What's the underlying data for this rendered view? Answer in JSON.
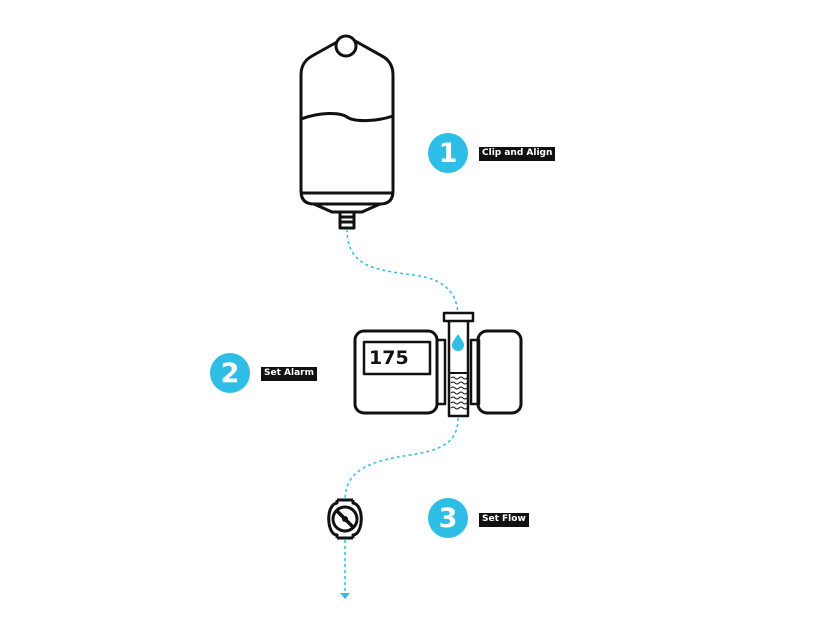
{
  "colors": {
    "accent": "#2ebde4",
    "stroke": "#111111",
    "label_bg": "#111111",
    "label_text": "#ffffff",
    "background": "#ffffff"
  },
  "pump": {
    "display_value": "175"
  },
  "steps": [
    {
      "number": "1",
      "label": "Clip and Align"
    },
    {
      "number": "2",
      "label": "Set Alarm"
    },
    {
      "number": "3",
      "label": "Set Flow"
    }
  ],
  "icons": {
    "bag": "iv-bag-icon",
    "pump": "infusion-pump-icon",
    "drop": "drop-icon",
    "clamp": "roller-clamp-icon",
    "arrow": "arrow-down-icon"
  }
}
